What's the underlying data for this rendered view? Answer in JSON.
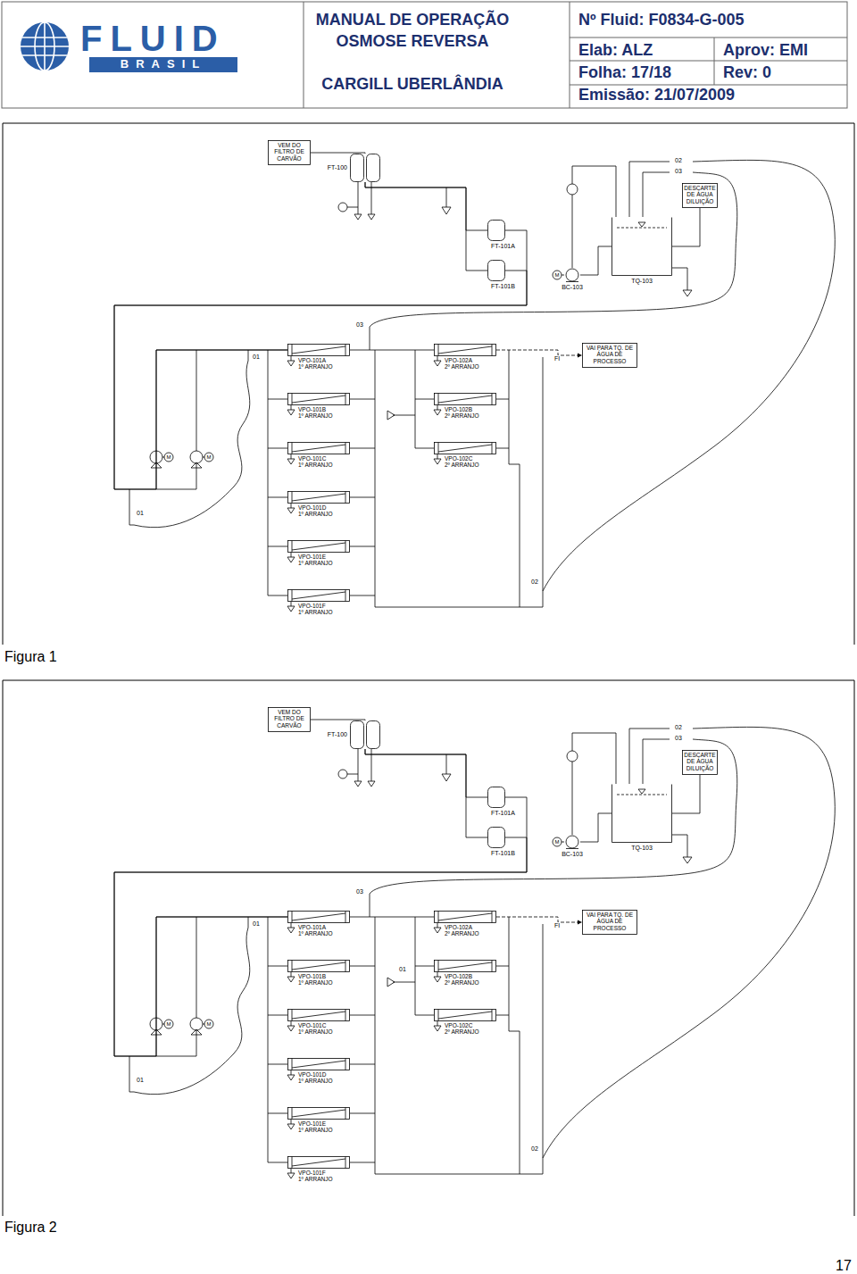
{
  "diagram": {
    "nodes": [
      {
        "text": [
          "VEM DO FILTRO DE CARVÃO"
        ]
      },
      {
        "text": [
          "FT-100"
        ]
      },
      {
        "text": [
          "FT-101A"
        ]
      },
      {
        "text": [
          "FT-101B"
        ]
      },
      {
        "text": [
          "TQ-103"
        ]
      },
      {
        "text": [
          "BC-103"
        ]
      },
      {
        "text": [
          "DESCARTE DE ÁGUA DILUIÇÃO"
        ]
      },
      {
        "text": [
          "VPO-101A",
          "1º ARRANJO"
        ]
      },
      {
        "text": [
          "VPO-101B",
          "1º ARRANJO"
        ]
      },
      {
        "text": [
          "VPO-101C",
          "1º ARRANJO"
        ]
      },
      {
        "text": [
          "VPO-101D",
          "1º ARRANJO"
        ]
      },
      {
        "text": [
          "VPO-101E",
          "1º ARRANJO"
        ]
      },
      {
        "text": [
          "VPO-101F",
          "1º ARRANJO"
        ]
      },
      {
        "text": [
          "VPO-102A",
          "2º ARRANJO"
        ]
      },
      {
        "text": [
          "VPO-102B",
          "2º ARRANJO"
        ]
      },
      {
        "text": [
          "VPO-102C",
          "2º ARRANJO"
        ]
      },
      {
        "text": [
          "VAI PARA TQ. DE ÁGUA DE PROCESSO"
        ]
      },
      {
        "text": [
          "VEM DO FILTRO DE CARVÃO"
        ]
      },
      {
        "text": [
          "FT-100"
        ]
      },
      {
        "text": [
          "FT-101A"
        ]
      },
      {
        "text": [
          "FT-101B"
        ]
      },
      {
        "text": [
          "TQ-103"
        ]
      },
      {
        "text": [
          "BC-103"
        ]
      },
      {
        "text": [
          "DESCARTE DE ÁGUA DILUIÇÃO"
        ]
      },
      {
        "text": [
          "VPO-101A",
          "1º ARRANJO"
        ]
      },
      {
        "text": [
          "VPO-101B",
          "1º ARRANJO"
        ]
      },
      {
        "text": [
          "VPO-101C",
          "1º ARRANJO"
        ]
      },
      {
        "text": [
          "VPO-101D",
          "1º ARRANJO"
        ]
      },
      {
        "text": [
          "VPO-101E",
          "1º ARRANJO"
        ]
      },
      {
        "text": [
          "VPO-101F",
          "1º ARRANJO"
        ]
      },
      {
        "text": [
          "VPO-102A",
          "2º ARRANJO"
        ]
      },
      {
        "text": [
          "VPO-102B",
          "2º ARRANJO"
        ]
      },
      {
        "text": [
          "VPO-102C",
          "2º ARRANJO"
        ]
      },
      {
        "text": [
          "VAI PARA TQ. DE ÁGUA DE PROCESSO"
        ]
      }
    ],
    "edges": [
      {
        "from": 0,
        "to": 1,
        "arrow": "none"
      },
      {
        "from": 1,
        "to": 2,
        "arrow": "none"
      },
      {
        "from": 1,
        "to": 3,
        "arrow": "none"
      },
      {
        "from": 2,
        "to": 7,
        "arrow": "none"
      },
      {
        "from": 3,
        "to": 7,
        "arrow": "none"
      },
      {
        "from": 7,
        "to": 13,
        "arrow": "none"
      },
      {
        "from": 13,
        "to": 16,
        "arrow": "to"
      },
      {
        "from": 4,
        "to": 5,
        "arrow": "none"
      },
      {
        "from": 4,
        "to": 6,
        "arrow": "none"
      },
      {
        "from": 17,
        "to": 18,
        "arrow": "none"
      },
      {
        "from": 18,
        "to": 19,
        "arrow": "none"
      },
      {
        "from": 18,
        "to": 20,
        "arrow": "none"
      },
      {
        "from": 19,
        "to": 24,
        "arrow": "none"
      },
      {
        "from": 20,
        "to": 24,
        "arrow": "none"
      },
      {
        "from": 24,
        "to": 30,
        "arrow": "none"
      },
      {
        "from": 30,
        "to": 33,
        "arrow": "to"
      },
      {
        "from": 21,
        "to": 22,
        "arrow": "none"
      },
      {
        "from": 21,
        "to": 23,
        "arrow": "none"
      }
    ],
    "labels": [
      "FLUID",
      "BRASIL",
      "MANUAL DE OPERAÇÃO",
      "OSMOSE REVERSA",
      "CARGILL UBERLÂNDIA",
      "Nº Fluid: F0834-G-005",
      "Elab: ALZ",
      "Aprov: EMI",
      "Folha: 17/18",
      "Rev: 0",
      "Emissão: 21/07/2009",
      "Figura 1",
      "Figura 2",
      "17",
      "02",
      "03",
      "03",
      "01",
      "01",
      "02",
      "FI",
      "M",
      "M",
      "M",
      "02",
      "03",
      "03",
      "01",
      "01",
      "02",
      "FI",
      "M",
      "M",
      "M",
      "01"
    ]
  }
}
